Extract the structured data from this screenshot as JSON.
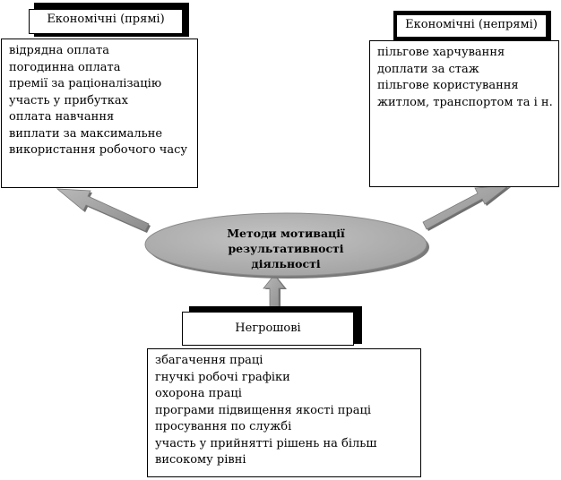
{
  "center": {
    "line1": "Методи мотивації",
    "line2": "результативності",
    "line3": "діяльності"
  },
  "left": {
    "title": "Економічні (прямі)",
    "items": [
      "відрядна оплата",
      "погодинна оплата",
      "премії за раціоналізацію",
      "участь у прибутках",
      "оплата навчання",
      "виплати за максимальне",
      "використання робочого часу"
    ]
  },
  "right": {
    "title": "Економічні (непрямі)",
    "items": [
      "пільгове харчування",
      "доплати за стаж",
      "пільгове користування",
      "житлом, транспортом та і н."
    ]
  },
  "bottom": {
    "title": "Негрошові",
    "items": [
      "збагачення праці",
      "гнучкі робочі графіки",
      "охорона праці",
      "програми підвищення якості праці",
      "просування по службі",
      "участь у прийнятті рішень на більш",
      "високому рівні"
    ]
  }
}
